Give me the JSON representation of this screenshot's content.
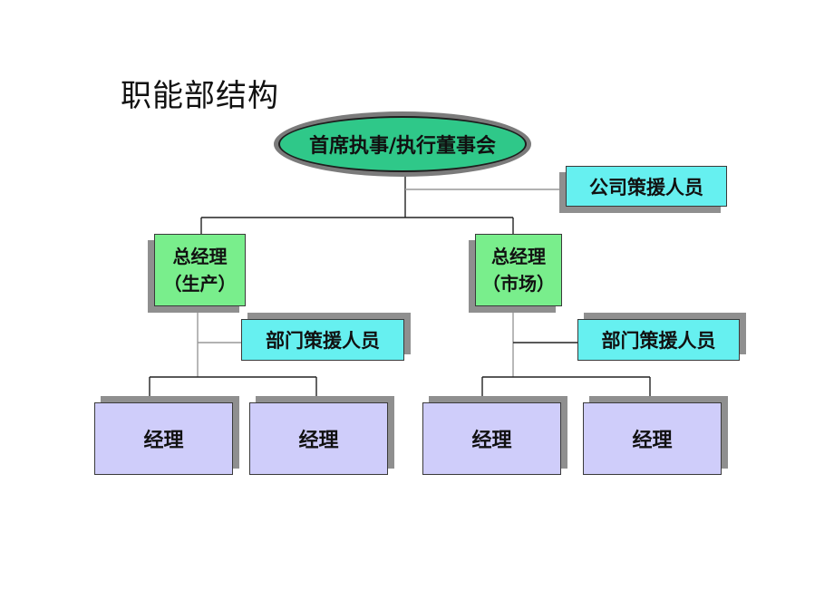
{
  "title": "职能部结构",
  "top": {
    "label": "首席执事/执行董事会"
  },
  "company_staff": {
    "label": "公司策援人员"
  },
  "gm_production": {
    "line1": "总经理",
    "line2": "（生产）"
  },
  "gm_market": {
    "line1": "总经理",
    "line2": "（市场）"
  },
  "dept_staff_left": {
    "label": "部门策援人员"
  },
  "dept_staff_right": {
    "label": "部门策援人员"
  },
  "managers": [
    "经理",
    "经理",
    "经理",
    "经理"
  ],
  "colors": {
    "top_ellipse": "#2fc889",
    "staff_box": "#66f0f0",
    "gm_box": "#79ee8c",
    "manager_box": "#cfcdfa"
  }
}
